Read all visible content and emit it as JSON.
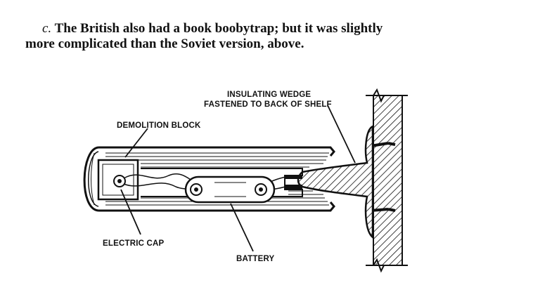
{
  "paragraph": {
    "marker": "c.",
    "line1": "The British also had a book boobytrap; but it was slightly",
    "line2": "more complicated than the Soviet version, above."
  },
  "figure": {
    "labels": {
      "wedge_line1": "INSULATING  WEDGE",
      "wedge_line2": "FASTENED  TO  BACK  OF  SHELF",
      "demolition_block": "DEMOLITION  BLOCK",
      "electric_cap": "ELECTRIC  CAP",
      "battery": "BATTERY"
    }
  }
}
